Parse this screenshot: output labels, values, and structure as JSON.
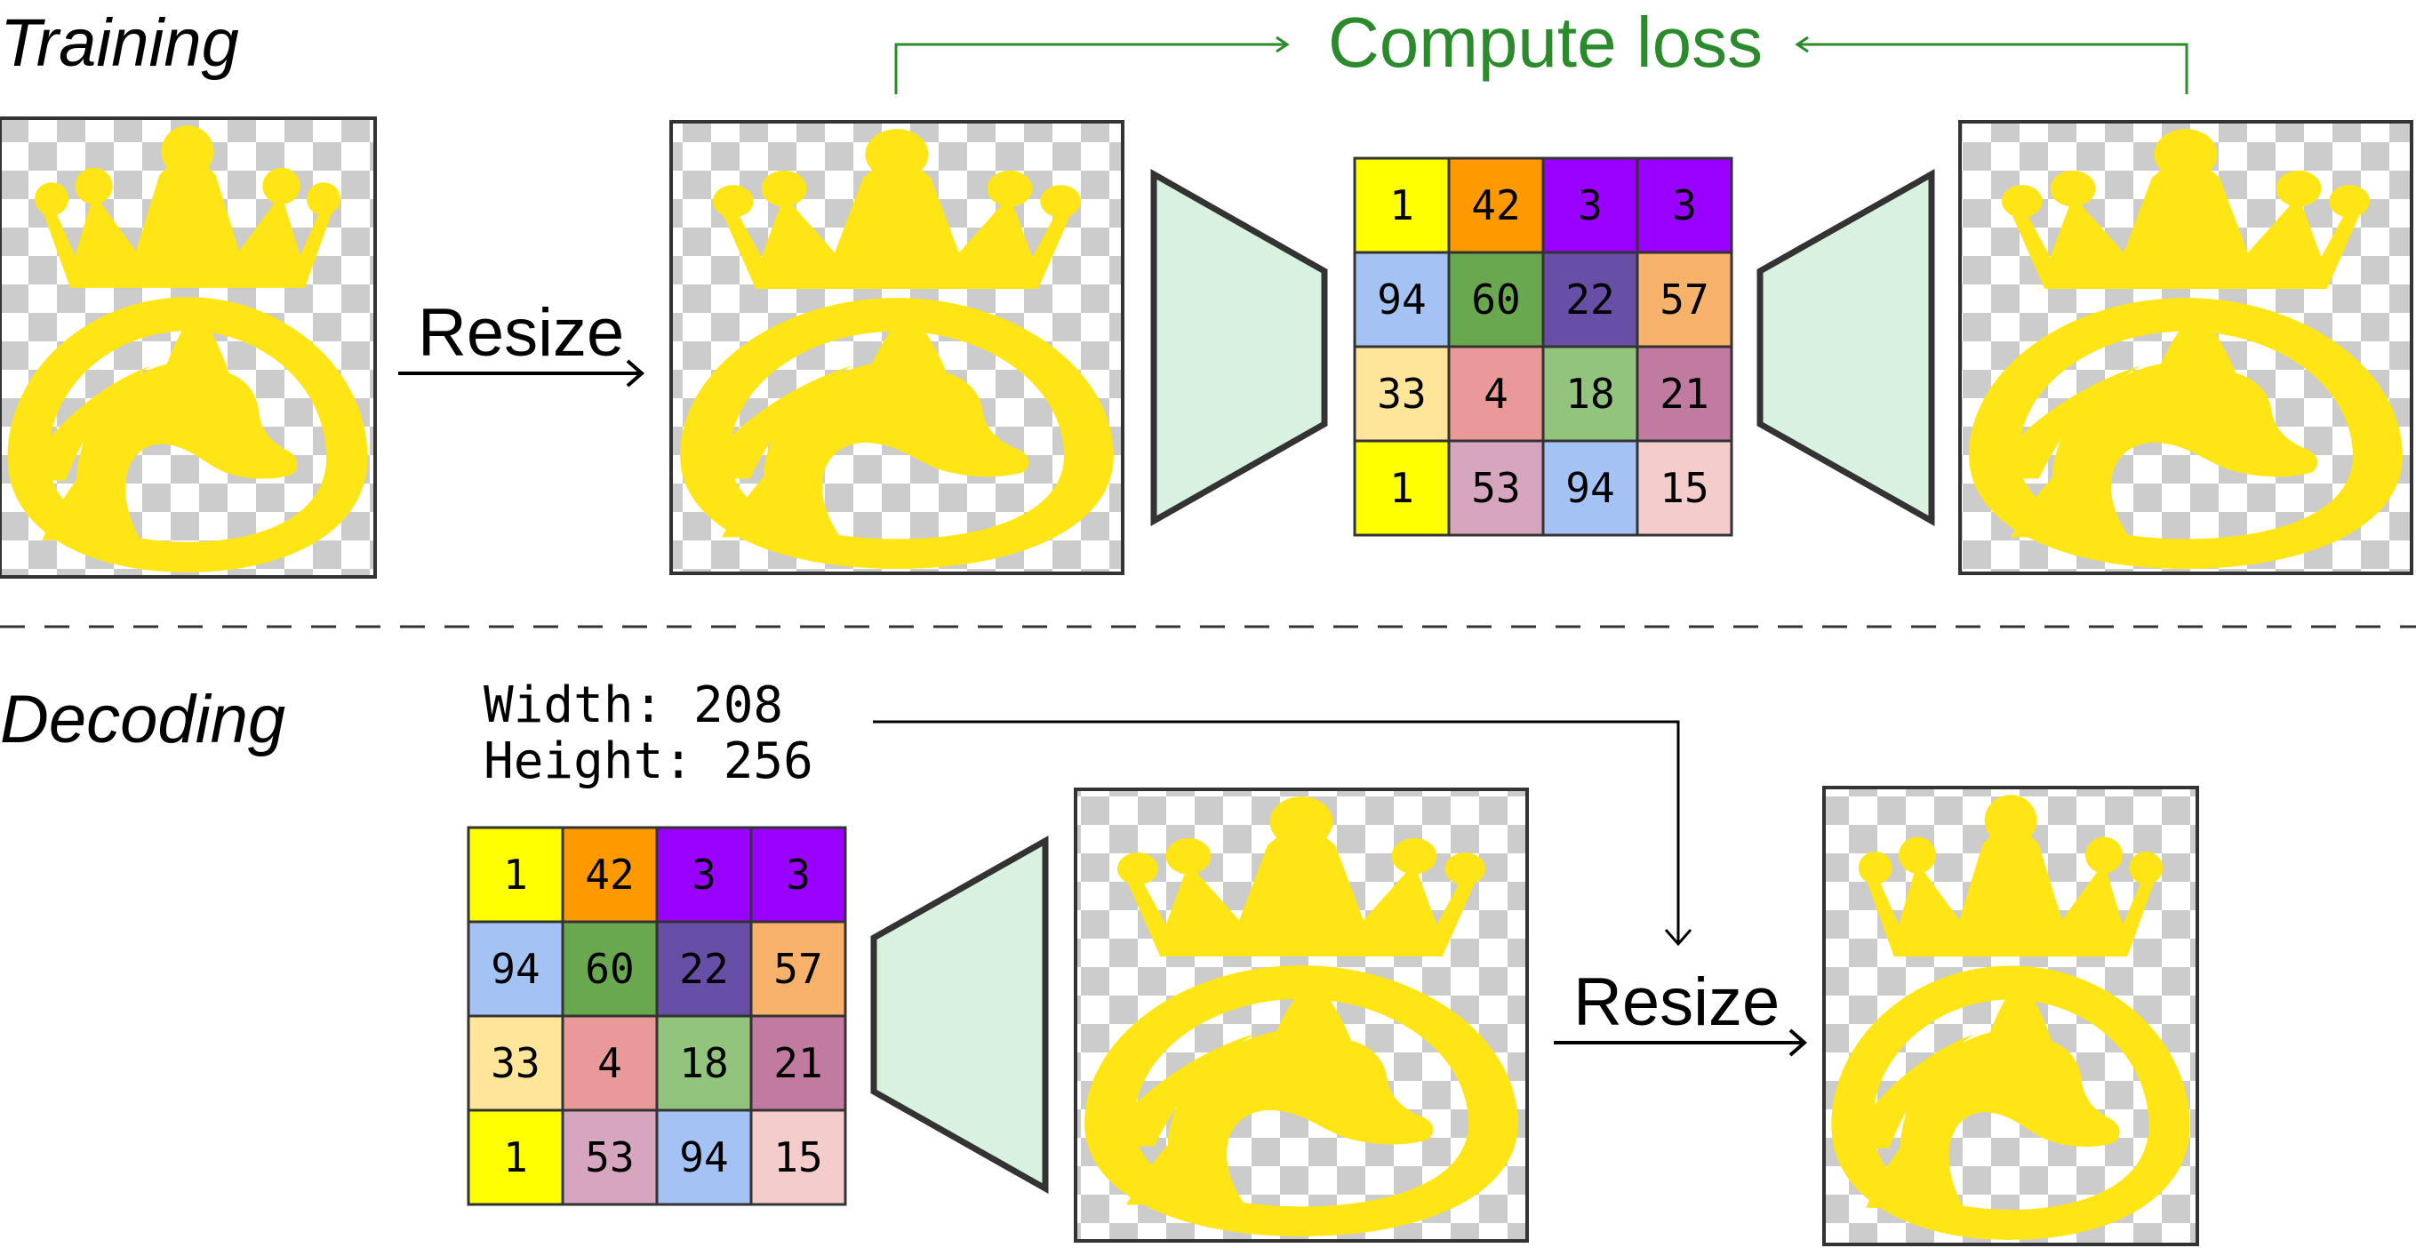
{
  "sections": {
    "training_label": "Training",
    "decoding_label": "Decoding"
  },
  "training": {
    "resize_label": "Resize",
    "loss_label": "Compute loss"
  },
  "decoding": {
    "width_text": "Width: 208",
    "height_text": "Height: 256",
    "resize_label": "Resize"
  },
  "token_grid": {
    "rows": 4,
    "cols": 4,
    "values": [
      [
        1,
        42,
        3,
        3
      ],
      [
        94,
        60,
        22,
        57
      ],
      [
        33,
        4,
        18,
        21
      ],
      [
        1,
        53,
        94,
        15
      ]
    ],
    "colors": [
      [
        "#ffff00",
        "#ff9900",
        "#9900ff",
        "#9900ff"
      ],
      [
        "#a4c2f4",
        "#6aa84f",
        "#674ea7",
        "#f6b26b"
      ],
      [
        "#ffe599",
        "#ea9999",
        "#93c47d",
        "#c27ba0"
      ],
      [
        "#ffff00",
        "#d5a6bd",
        "#a4c2f4",
        "#f4cccc"
      ]
    ]
  },
  "colors": {
    "logo": "#ffe516",
    "checker_light": "#ffffff",
    "checker_dark": "#cccccc",
    "frame_border": "#333333",
    "trapezoid_fill": "#d9f2df",
    "trapezoid_stroke": "#333333",
    "loss": "#2b8a2b",
    "divider": "#333333"
  },
  "icons": {
    "logo": "crowned-horse-head-logo-icon",
    "encoder": "encoder-trapezoid-icon",
    "decoder": "decoder-trapezoid-icon"
  }
}
